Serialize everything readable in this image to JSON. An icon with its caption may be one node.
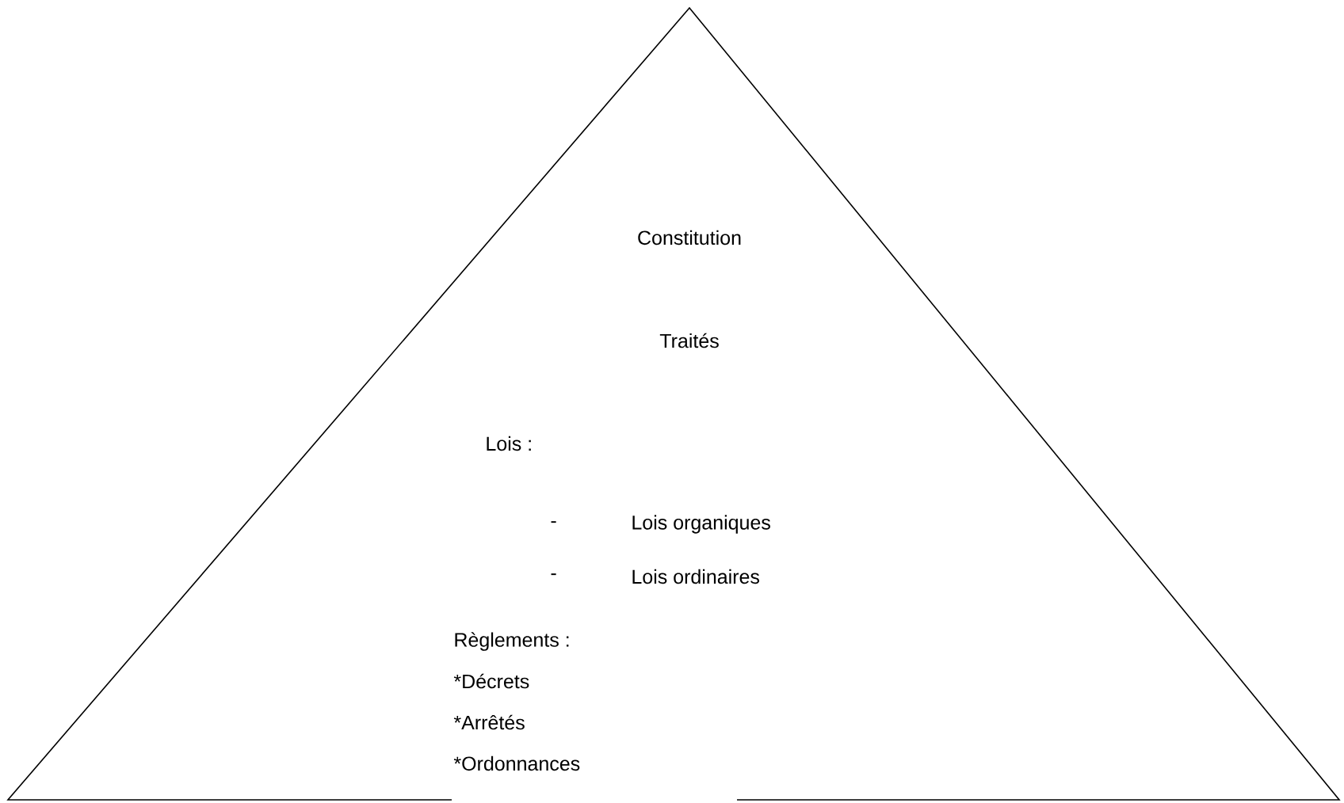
{
  "diagram": {
    "nodes": [
      {
        "text": [
          "Constitution",
          "Traités",
          "Lois :",
          "-",
          "Lois organiques",
          "-",
          "Lois ordinaires",
          "Règlements :",
          "*Décrets",
          "*Arrêtés",
          "*Ordonnances"
        ]
      }
    ]
  }
}
